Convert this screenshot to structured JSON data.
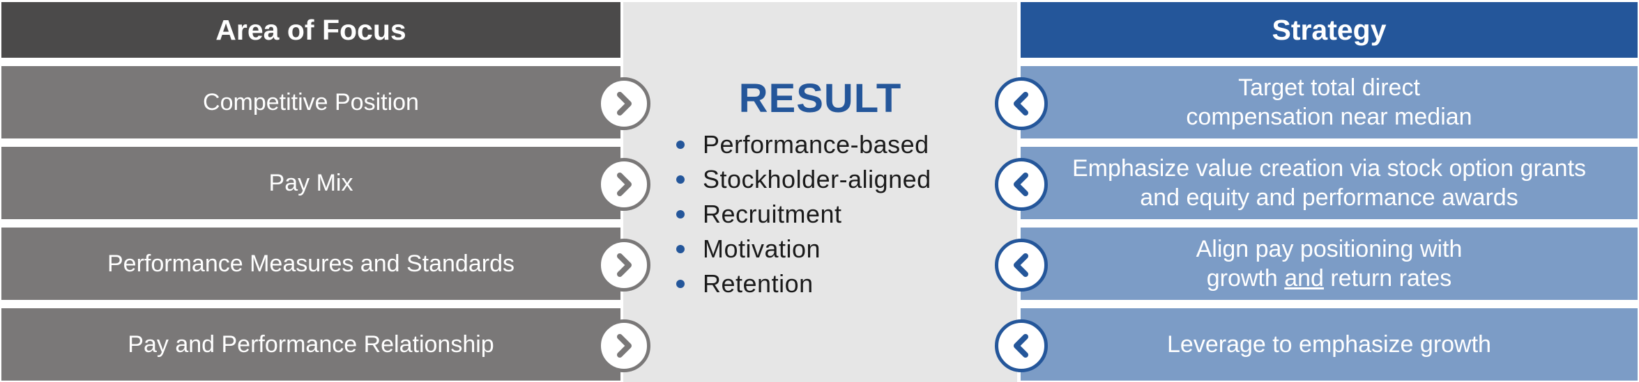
{
  "left_header": "Area of Focus",
  "right_header": "Strategy",
  "focus_areas": [
    "Competitive Position",
    "Pay Mix",
    "Performance Measures and Standards",
    "Pay and Performance Relationship"
  ],
  "strategies": [
    {
      "line1": "Target total direct",
      "line2": "compensation near median"
    },
    {
      "line1": "Emphasize value creation via stock option grants",
      "line2": "and equity and performance awards"
    },
    {
      "line1": "Align pay positioning with",
      "line2a": "growth ",
      "line2u": "and",
      "line2b": " return rates"
    },
    {
      "line1": "Leverage to emphasize growth"
    }
  ],
  "result": {
    "title": "RESULT",
    "items": [
      "Performance-based",
      "Stockholder-aligned",
      "Recruitment",
      "Motivation",
      "Retention"
    ]
  },
  "colors": {
    "header_grey": "#4b4a4a",
    "row_grey": "#7a7878",
    "header_blue": "#24569a",
    "row_blue": "#7c9cc6",
    "center_bg": "#e6e6e6"
  },
  "icons": {
    "left_arrows": "chevron-right-icon",
    "right_arrows": "chevron-left-icon"
  }
}
